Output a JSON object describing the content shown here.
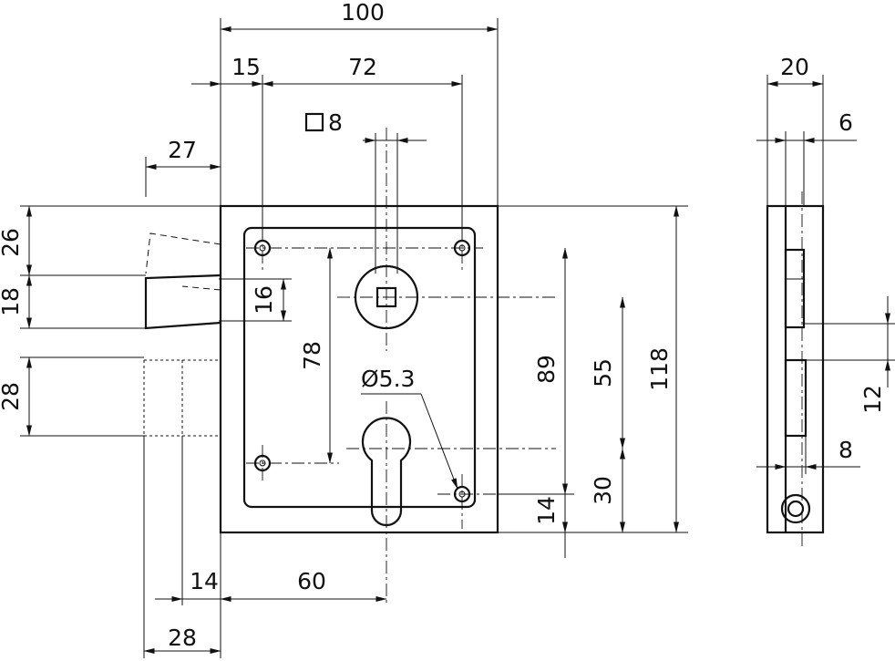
{
  "drawing": {
    "front": {
      "width": "100",
      "left_hole_offset": "15",
      "hole_spacing_top": "72",
      "square_spindle": "8",
      "bolt_projection": "27",
      "bolt_top": "26",
      "bolt_height": "18",
      "bolt_inner": "16",
      "latch_height": "28",
      "hole_spacing_vertical": "78",
      "cylinder_hole": "Ø5.3",
      "height": "118",
      "to_bottom_89": "89",
      "spindle_to_cylinder": "55",
      "cylinder_to_bottom": "30",
      "bottom_hole_offset": "14",
      "backset": "60",
      "latch_offset": "14",
      "latch_projection": "28"
    },
    "side": {
      "depth": "20",
      "plate": "6",
      "gap": "12",
      "bottom": "8"
    }
  }
}
